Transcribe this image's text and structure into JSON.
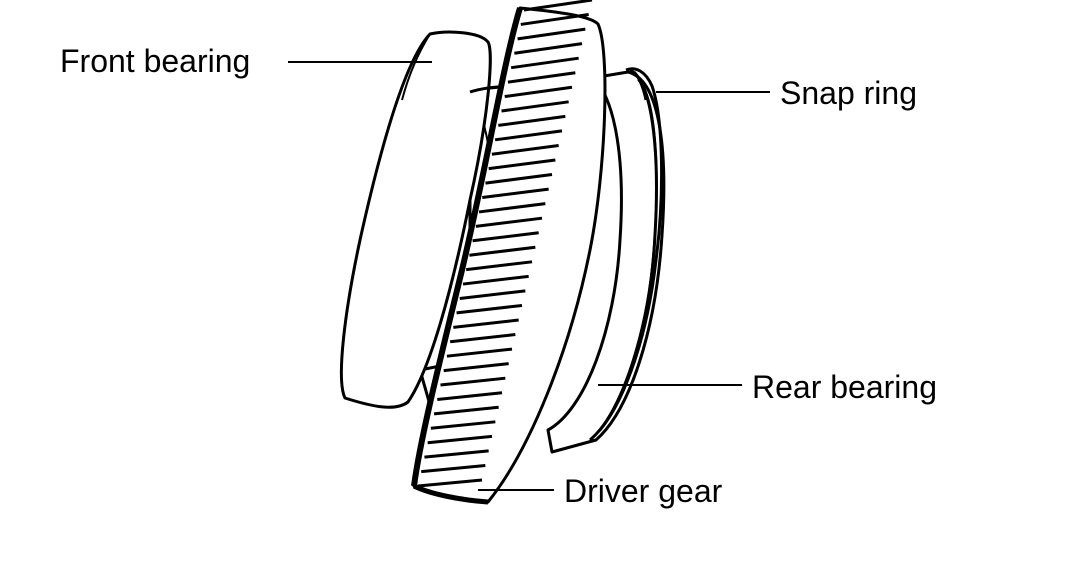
{
  "labels": {
    "front_bearing": "Front bearing",
    "snap_ring": "Snap ring",
    "rear_bearing": "Rear bearing",
    "driver_gear": "Driver gear"
  },
  "colors": {
    "ink": "#000000",
    "paper": "#ffffff"
  }
}
